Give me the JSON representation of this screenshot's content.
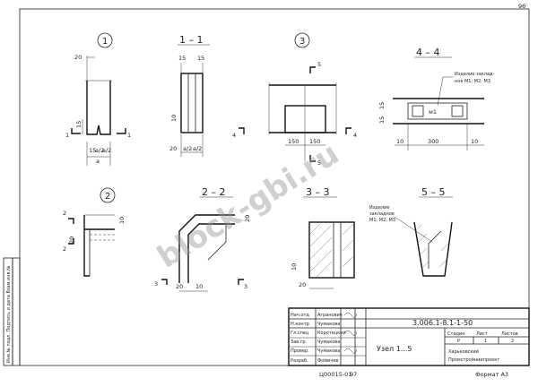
{
  "page_number": "96",
  "details": {
    "n1": "1",
    "s11": "1 – 1",
    "n3": "3",
    "s44": "4 – 4",
    "n2": "2",
    "s22": "2 – 2",
    "s33": "3 – 3",
    "s55": "5 – 5"
  },
  "section_marks": {
    "m1": "1",
    "m3": "3",
    "m4": "4",
    "m5": "5",
    "m2": "2"
  },
  "dims": {
    "d20": "20",
    "d15": "15",
    "d10": "10",
    "d150": "150",
    "d300": "300",
    "a": "a",
    "a2": "a/2",
    "d5": "5"
  },
  "notes": {
    "izd4_l1": "Изделие заклад-",
    "izd4_l2": "ное М1; М2; М3",
    "izd5_l1": "Изделие",
    "izd5_l2": "закладное",
    "izd5_l3": "М1; М2; М3",
    "m_tag": "м1"
  },
  "title_block": {
    "doc_code": "3.006.1-8.1-1-50",
    "title": "Узел 1...5",
    "stage_h": "Стадия",
    "sheet_h": "Лист",
    "sheets_h": "Листов",
    "stage_v": "Р",
    "sheet_v": "1",
    "sheets_v": "2",
    "org_l1": "Харьковский",
    "org_l2": "Промстройниипроект",
    "roles": [
      "Нач.отд",
      "Н.контр",
      "Гл.спец",
      "Зав.гр.",
      "Провер.",
      "Разраб."
    ],
    "names": [
      "Агранович",
      "Чумакова",
      "Коротецкий",
      "Чумакова",
      "Чумакова",
      "Фомичев"
    ]
  },
  "side_stamp": "Инв.№ подл. Подпись и дата Взам.инв.№",
  "footer": {
    "code": "Ц00015-01",
    "num": "97",
    "format": "Формат А3"
  },
  "watermark": "block-gbi.ru"
}
